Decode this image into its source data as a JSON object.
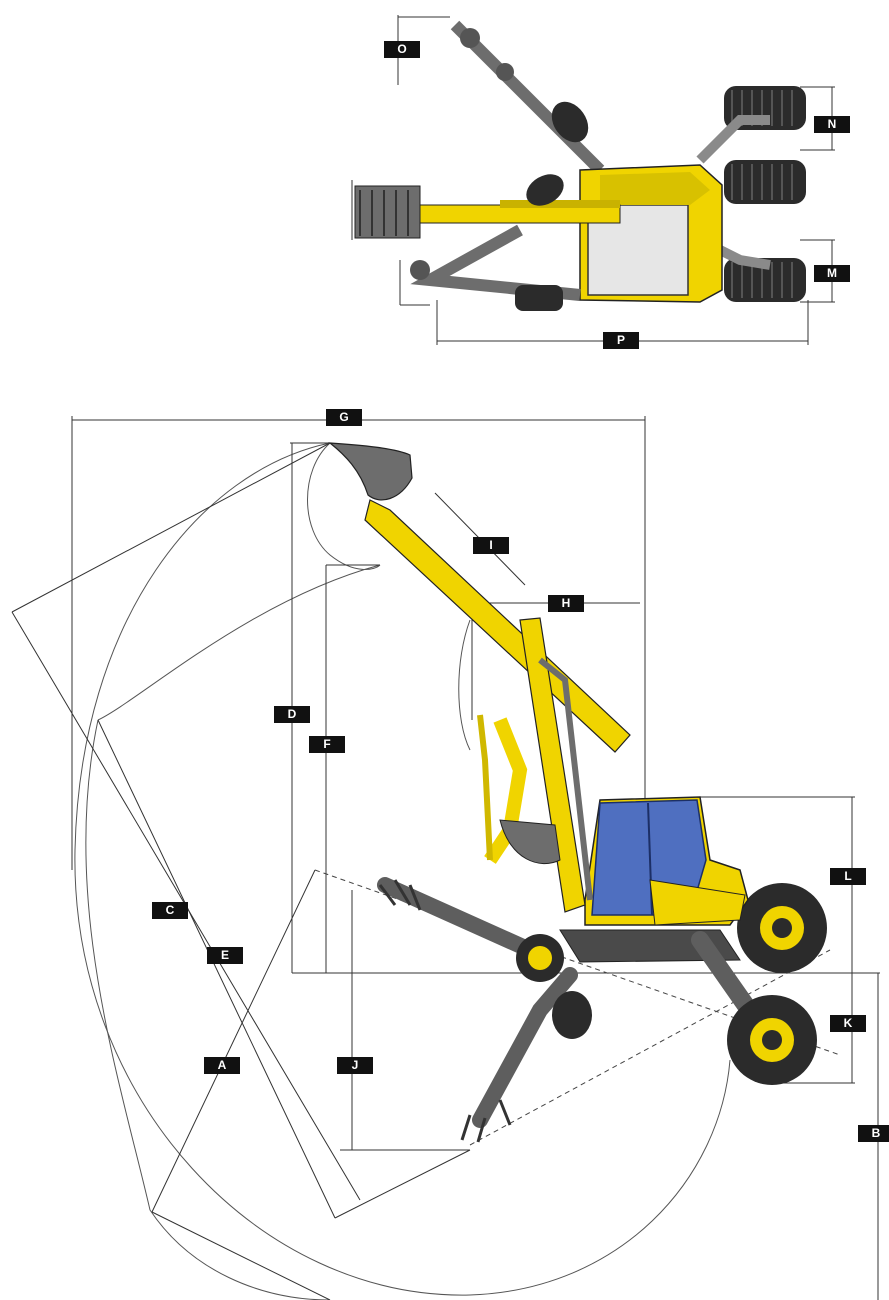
{
  "labels": {
    "O": "O",
    "N": "N",
    "M": "M",
    "P": "P",
    "G": "G",
    "I": "I",
    "H": "H",
    "D": "D",
    "F": "F",
    "L": "L",
    "C": "C",
    "E": "E",
    "K": "K",
    "A": "A",
    "J": "J",
    "B": "B"
  },
  "colors": {
    "machine_yellow": "#f0d400",
    "machine_dark": "#2b2b2b",
    "cab_glass": "#4f6fc0",
    "label_bg": "#111111",
    "label_text": "#ffffff"
  }
}
